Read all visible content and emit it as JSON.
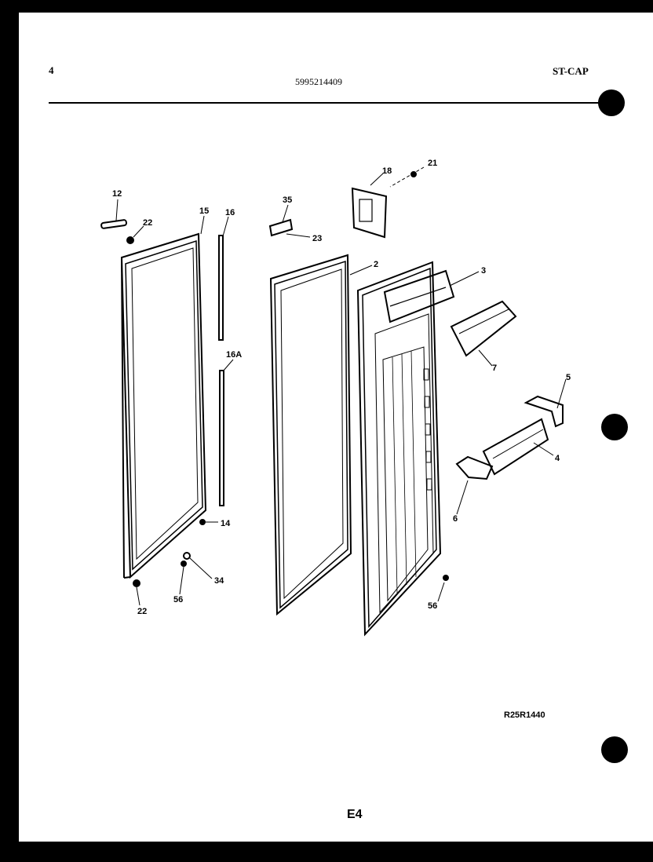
{
  "header": {
    "page_number": "4",
    "part_number": "5995214409",
    "model": "ST-CAP"
  },
  "diagram": {
    "callouts": [
      "12",
      "22",
      "15",
      "16",
      "16A",
      "14",
      "34",
      "56",
      "22",
      "35",
      "23",
      "18",
      "21",
      "2",
      "3",
      "7",
      "5",
      "4",
      "6",
      "56"
    ]
  },
  "footer": {
    "drawing_code": "R25R1440",
    "page_id": "E4"
  }
}
